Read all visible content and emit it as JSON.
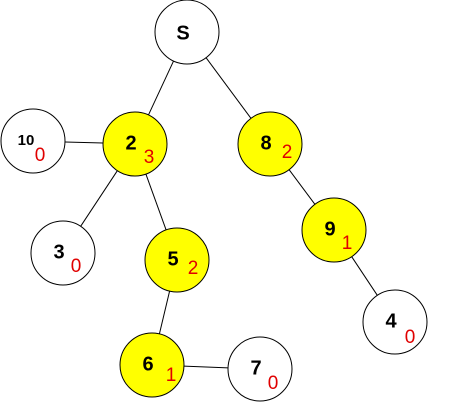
{
  "colors": {
    "highlight": "#ffff00",
    "plain": "#ffffff",
    "outline": "#000000",
    "subscript": "#e00000"
  },
  "nodes": [
    {
      "id": "S",
      "label": "S",
      "sub": "",
      "highlighted": false
    },
    {
      "id": "10",
      "label": "10",
      "sub": "0",
      "highlighted": false
    },
    {
      "id": "2",
      "label": "2",
      "sub": "3",
      "highlighted": true
    },
    {
      "id": "8",
      "label": "8",
      "sub": "2",
      "highlighted": true
    },
    {
      "id": "3",
      "label": "3",
      "sub": "0",
      "highlighted": false
    },
    {
      "id": "5",
      "label": "5",
      "sub": "2",
      "highlighted": true
    },
    {
      "id": "9",
      "label": "9",
      "sub": "1",
      "highlighted": true
    },
    {
      "id": "4",
      "label": "4",
      "sub": "0",
      "highlighted": false
    },
    {
      "id": "6",
      "label": "6",
      "sub": "1",
      "highlighted": true
    },
    {
      "id": "7",
      "label": "7",
      "sub": "0",
      "highlighted": false
    }
  ],
  "edges": [
    [
      "S",
      "2"
    ],
    [
      "S",
      "8"
    ],
    [
      "2",
      "10"
    ],
    [
      "2",
      "3"
    ],
    [
      "2",
      "5"
    ],
    [
      "5",
      "6"
    ],
    [
      "6",
      "7"
    ],
    [
      "8",
      "9"
    ],
    [
      "9",
      "4"
    ]
  ]
}
